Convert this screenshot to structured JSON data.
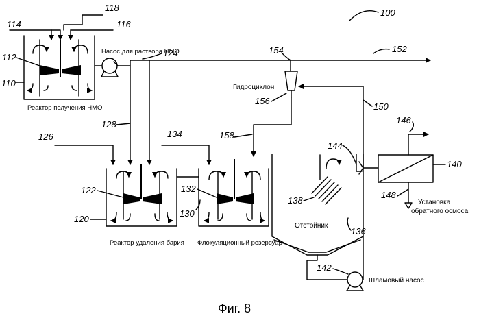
{
  "figure_caption": "Фиг. 8",
  "labels": {
    "nmo_pump": "Насос для раствора НМО",
    "nmo_reactor": "Реактор получения НМО",
    "hydrocyclone": "Гидроциклон",
    "barium_reactor": "Реактор удаления бария",
    "flocculation_tank": "Флокуляционный резервуар",
    "clarifier": "Отстойник",
    "sludge_pump": "Шламовый насос",
    "ro_unit_line1": "Установка",
    "ro_unit_line2": "обратного осмоса"
  },
  "refs": {
    "r100": "100",
    "r110": "110",
    "r112": "112",
    "r114": "114",
    "r116": "116",
    "r118": "118",
    "r120": "120",
    "r122": "122",
    "r124": "124",
    "r126": "126",
    "r128": "128",
    "r130": "130",
    "r132": "132",
    "r134": "134",
    "r136": "136",
    "r138": "138",
    "r140": "140",
    "r142": "142",
    "r144": "144",
    "r146": "146",
    "r148": "148",
    "r150": "150",
    "r152": "152",
    "r154": "154",
    "r156": "156",
    "r158": "158"
  }
}
